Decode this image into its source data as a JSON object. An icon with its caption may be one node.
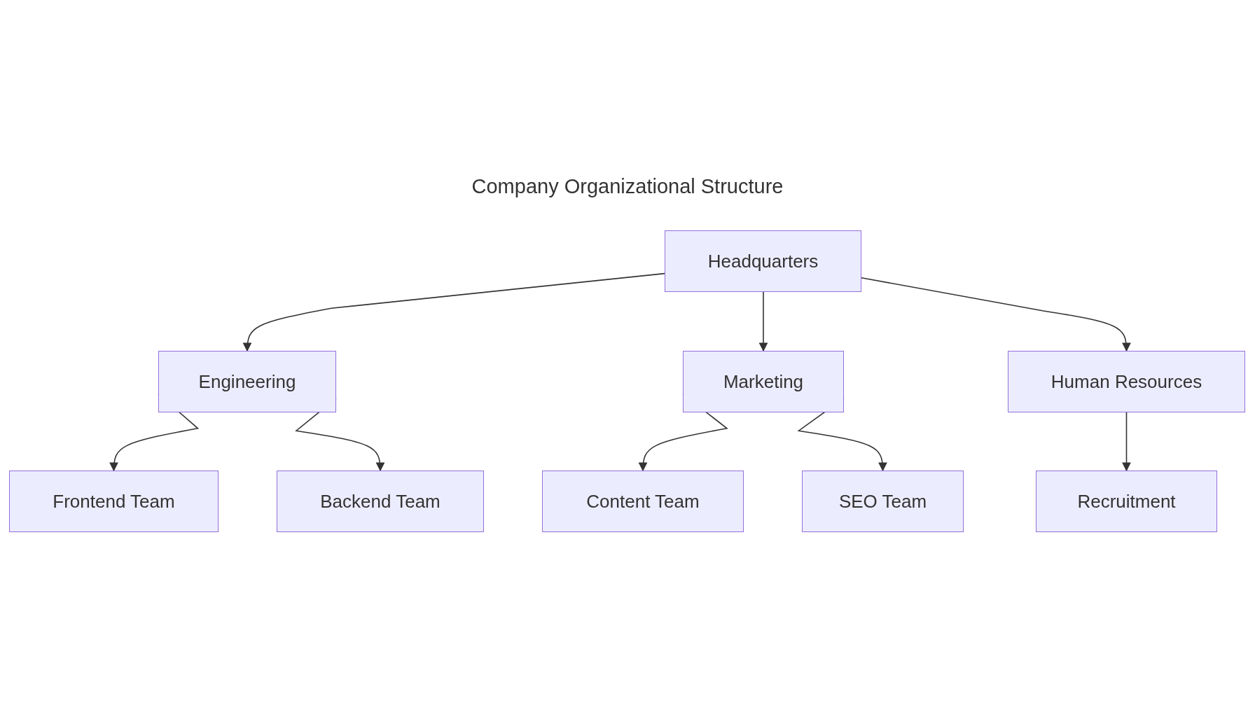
{
  "diagram": {
    "title": "Company Organizational Structure",
    "nodes": [
      {
        "text": [
          "Headquarters"
        ]
      },
      {
        "text": [
          "Engineering"
        ]
      },
      {
        "text": [
          "Marketing"
        ]
      },
      {
        "text": [
          "Human Resources"
        ]
      },
      {
        "text": [
          "Frontend Team"
        ]
      },
      {
        "text": [
          "Backend Team"
        ]
      },
      {
        "text": [
          "Content Team"
        ]
      },
      {
        "text": [
          "SEO Team"
        ]
      },
      {
        "text": [
          "Recruitment"
        ]
      }
    ],
    "edges": [
      {
        "from": 0,
        "to": 1,
        "arrow": "to"
      },
      {
        "from": 0,
        "to": 2,
        "arrow": "to"
      },
      {
        "from": 0,
        "to": 3,
        "arrow": "to"
      },
      {
        "from": 1,
        "to": 4,
        "arrow": "to"
      },
      {
        "from": 1,
        "to": 5,
        "arrow": "to"
      },
      {
        "from": 2,
        "to": 6,
        "arrow": "to"
      },
      {
        "from": 2,
        "to": 7,
        "arrow": "to"
      },
      {
        "from": 3,
        "to": 8,
        "arrow": "to"
      }
    ]
  }
}
